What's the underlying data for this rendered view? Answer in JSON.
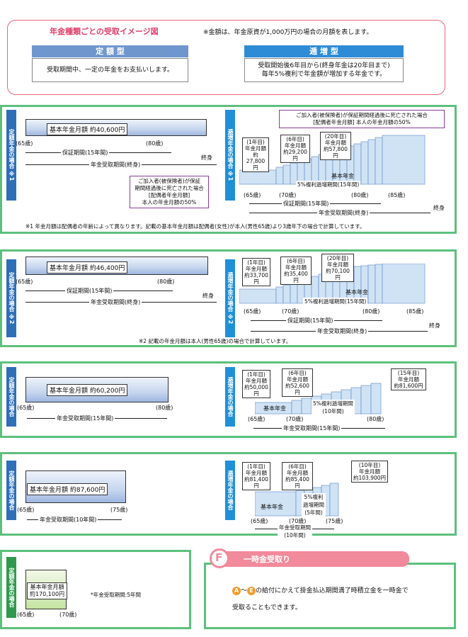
{
  "header": {
    "title": "年金種類ごとの受取イメージ図",
    "note": "※金額は、年金原資が1,000万円の場合の月額を表します。",
    "fixed": {
      "tab": "定 額 型",
      "desc": "受取期間中、一定の年金をお支払いします。"
    },
    "incr": {
      "tab": "逓 増 型",
      "desc_line1": "受取開始後6年目から(終身年金は20年目まで)",
      "desc_line2": "毎年5%複利で年金額が増加する年金です。"
    }
  },
  "sections": [
    {
      "fixed_title": "定額年金の場合 ※1",
      "incr_title": "逓増年金の場合 ※1",
      "fixed_amount": "基本年金月額 約40,600円",
      "age_start": "(65歳)",
      "age_80": "(80歳)",
      "guarantee": "保証期間(15年間)",
      "life": "終身",
      "receipt": "年金受取期間(終身)",
      "callout": [
        "ご加入者(被保険者)が保証",
        "期間経過後に死亡された場合",
        "[配偶者年金月額]",
        "本人の年金月額の50%"
      ],
      "incr_callout": [
        "ご加入者(被保険者)が保証期間経過後に死亡された場合",
        "[配偶者年金月額] 本人の年金月額の50%"
      ],
      "y1": [
        "(1年目)",
        "年金月額",
        "約27,800円"
      ],
      "y6": [
        "(6年目)",
        "年金月額",
        "約29,200円"
      ],
      "y20": [
        "(20年目)",
        "年金月額",
        "約57,800円"
      ],
      "base": "基本年金",
      "growth": "5%複利逓増期間(15年間)",
      "ages": [
        "(65歳)",
        "(70歳)",
        "(80歳)",
        "(85歳)"
      ],
      "incr_guarantee": "保証期間(15年間)",
      "incr_receipt": "年金受取期間(終身)",
      "footnote": "※1 年金月額は配偶者の年齢によって異なります。記載の基本年金月額は配偶者(女性)が本人(男性65歳)より3歳年下の場合で計算しています。"
    },
    {
      "fixed_title": "定額年金の場合 ※2",
      "incr_title": "逓増年金の場合 ※2",
      "fixed_amount": "基本年金月額 約46,400円",
      "age_start": "(65歳)",
      "age_80": "(80歳)",
      "guarantee": "保証期間(15年間)",
      "life": "終身",
      "receipt": "年金受取期間(終身)",
      "y1": [
        "(1年目)",
        "年金月額",
        "約33,700円"
      ],
      "y6": [
        "(6年目)",
        "年金月額",
        "約35,400円"
      ],
      "y20": [
        "(20年目)",
        "年金月額",
        "約70,100円"
      ],
      "base": "基本年金",
      "growth": "5%複利逓増期間(15年間)",
      "ages": [
        "(65歳)",
        "(70歳)",
        "(80歳)",
        "(85歳)"
      ],
      "incr_guarantee": "保証期間(15年間)",
      "incr_receipt": "年金受取期間(終身)",
      "footnote": "※2 記載の年金月額は本人(男性65歳)の場合で計算しています。"
    },
    {
      "fixed_title": "定額年金の場合",
      "incr_title": "逓増年金の場合",
      "fixed_amount": "基本年金月額 約60,200円",
      "age_start": "(65歳)",
      "age_end": "(80歳)",
      "receipt": "年金受取期間(15年間)",
      "y1": [
        "(1年目)",
        "年金月額",
        "約50,000円"
      ],
      "y6": [
        "(6年目)",
        "年金月額",
        "約52,600円"
      ],
      "ylast": [
        "(15年目)",
        "年金月額",
        "約81,600円"
      ],
      "base": "基本年金",
      "growth": [
        "5%複利逓増期間",
        "(10年間)"
      ],
      "ages": [
        "(65歳)",
        "(70歳)",
        "(80歳)"
      ],
      "incr_receipt": "年金受取期間(15年間)"
    },
    {
      "fixed_title": "定額年金の場合",
      "incr_title": "逓増年金の場合",
      "fixed_amount": "基本年金月額 約87,600円",
      "age_start": "(65歳)",
      "age_end": "(75歳)",
      "receipt": "年金受取期間(10年間)",
      "y1": [
        "(1年目)",
        "年金月額",
        "約81,400円"
      ],
      "y6": [
        "(6年目)",
        "年金月額",
        "約85,400円"
      ],
      "ylast": [
        "(10年目)",
        "年金月額",
        "約103,900円"
      ],
      "base": "基本年金",
      "growth": [
        "5%複利",
        "逓増期間",
        "(5年間)"
      ],
      "ages": [
        "(65歳)",
        "(70歳)",
        "(75歳)"
      ],
      "incr_receipt": [
        "年金受取期間",
        "(10年間)"
      ]
    }
  ],
  "last": {
    "fixed_title": "定額年金の場合",
    "amount": [
      "基本年金月額",
      "約170,100円"
    ],
    "ages": [
      "(65歳)",
      "(70歳)"
    ],
    "note": "*年金受取期間:5年間"
  },
  "lump": {
    "letter": "F",
    "title": "一時金受取り",
    "line1_a": "A",
    "line1_sep": "〜",
    "line1_e": "E",
    "line1": "の給付にかえて掛金払込期間満了時積立金を一時金で",
    "line2": "受取ることもできます。"
  },
  "colors": {
    "pink": "#e8667a",
    "green": "#5cc07c",
    "blue": "#2e8bd6",
    "orange": "#f39a2b"
  }
}
